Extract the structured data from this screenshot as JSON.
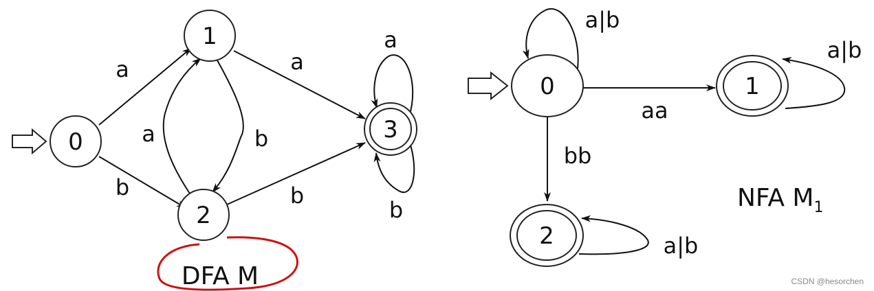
{
  "diagrams": {
    "dfa": {
      "title": "DFA M",
      "states": [
        "0",
        "1",
        "2",
        "3"
      ],
      "edge_labels": {
        "e01": "a",
        "e02": "b",
        "e12": "b",
        "e21": "a",
        "e13": "a",
        "e23": "b",
        "loop3a": "a",
        "loop3b": "b"
      },
      "highlight_color": "#cc1111"
    },
    "nfa": {
      "title": "NFA M",
      "title_sub": "1",
      "states": [
        "0",
        "1",
        "2"
      ],
      "edge_labels": {
        "loop0": "a|b",
        "e01": "aa",
        "e02": "bb",
        "loop1": "a|b",
        "loop2": "a|b"
      }
    }
  },
  "watermark": "CSDN @hesorchen"
}
